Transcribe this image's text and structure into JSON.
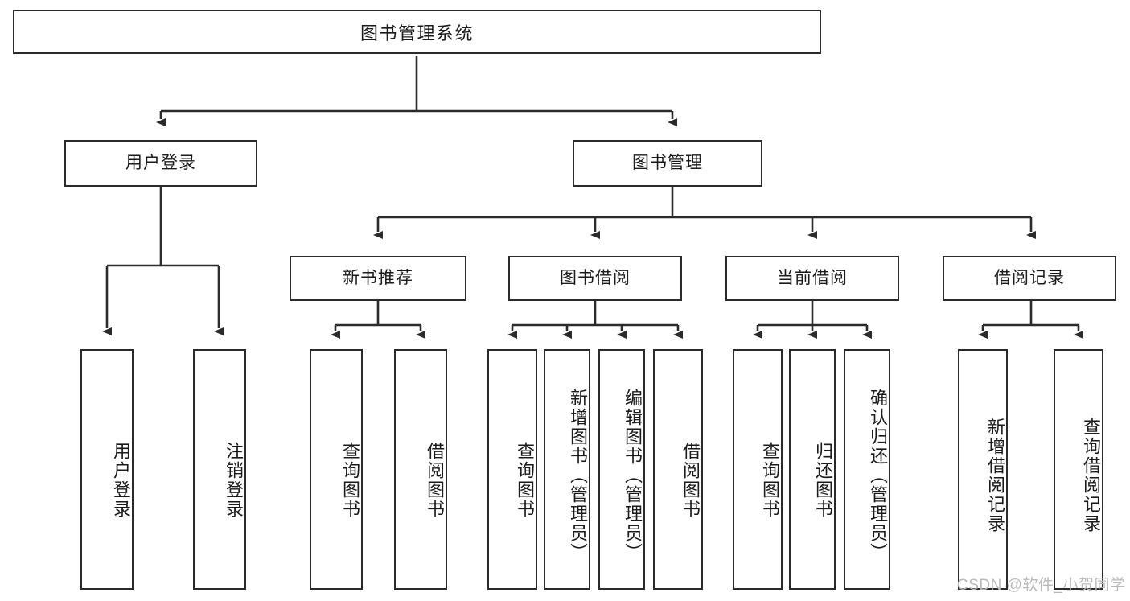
{
  "diagram": {
    "type": "tree-hierarchy",
    "title": "图书管理系统",
    "orientation": "top-down",
    "stroke_color": "#2b2b2b",
    "fill_color": "#ffffff",
    "text_color": "#1a1a1a"
  },
  "watermark": {
    "text": "CSDN @软件_小贺同学",
    "color": "#b9b9b9"
  },
  "nodes": {
    "root": {
      "label": "图书管理系统"
    },
    "level1": [
      {
        "label": "用户登录"
      },
      {
        "label": "图书管理"
      }
    ],
    "level2": [
      {
        "label": "新书推荐"
      },
      {
        "label": "图书借阅"
      },
      {
        "label": "当前借阅"
      },
      {
        "label": "借阅记录"
      }
    ],
    "leaves_user_login": [
      {
        "label": "用户登录"
      },
      {
        "label": "注销登录"
      }
    ],
    "leaves_new_books": [
      {
        "label": "查询图书"
      },
      {
        "label": "借阅图书"
      }
    ],
    "leaves_borrow": [
      {
        "label": "查询图书"
      },
      {
        "label": "新增图书（管理员）"
      },
      {
        "label": "编辑图书（管理员）"
      },
      {
        "label": "借阅图书"
      }
    ],
    "leaves_current": [
      {
        "label": "查询图书"
      },
      {
        "label": "归还图书"
      },
      {
        "label": "确认归还（管理员）"
      }
    ],
    "leaves_records": [
      {
        "label": "新增借阅记录"
      },
      {
        "label": "查询借阅记录"
      }
    ]
  }
}
